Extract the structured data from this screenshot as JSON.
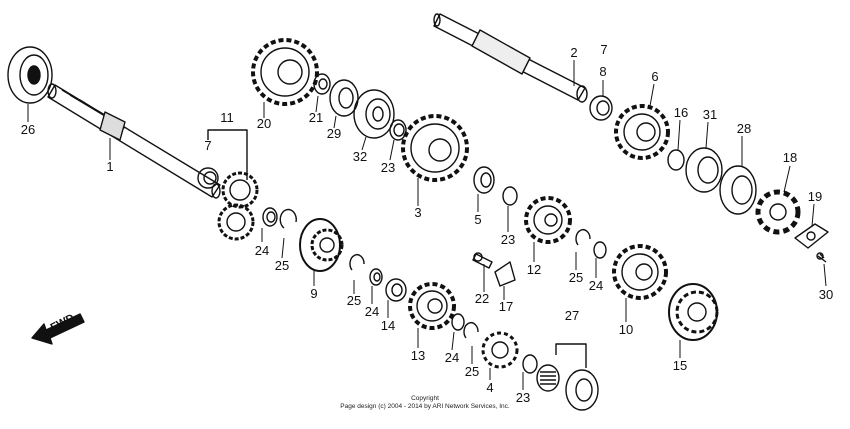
{
  "diagram": {
    "direction_label": "FWD",
    "part_labels": [
      "26",
      "1",
      "7",
      "11",
      "20",
      "21",
      "29",
      "32",
      "23",
      "3",
      "2",
      "7",
      "8",
      "6",
      "16",
      "31",
      "28",
      "18",
      "19",
      "30",
      "24",
      "25",
      "9",
      "25",
      "24",
      "14",
      "13",
      "24",
      "25",
      "4",
      "23",
      "27",
      "22",
      "17",
      "5",
      "23",
      "12",
      "25",
      "24",
      "10",
      "15"
    ],
    "copyright_line1": "Copyright",
    "copyright_line2": "Page design (c) 2004 - 2014 by ARI Network Services, Inc."
  },
  "colors": {
    "line": "#111111",
    "background": "#ffffff"
  }
}
